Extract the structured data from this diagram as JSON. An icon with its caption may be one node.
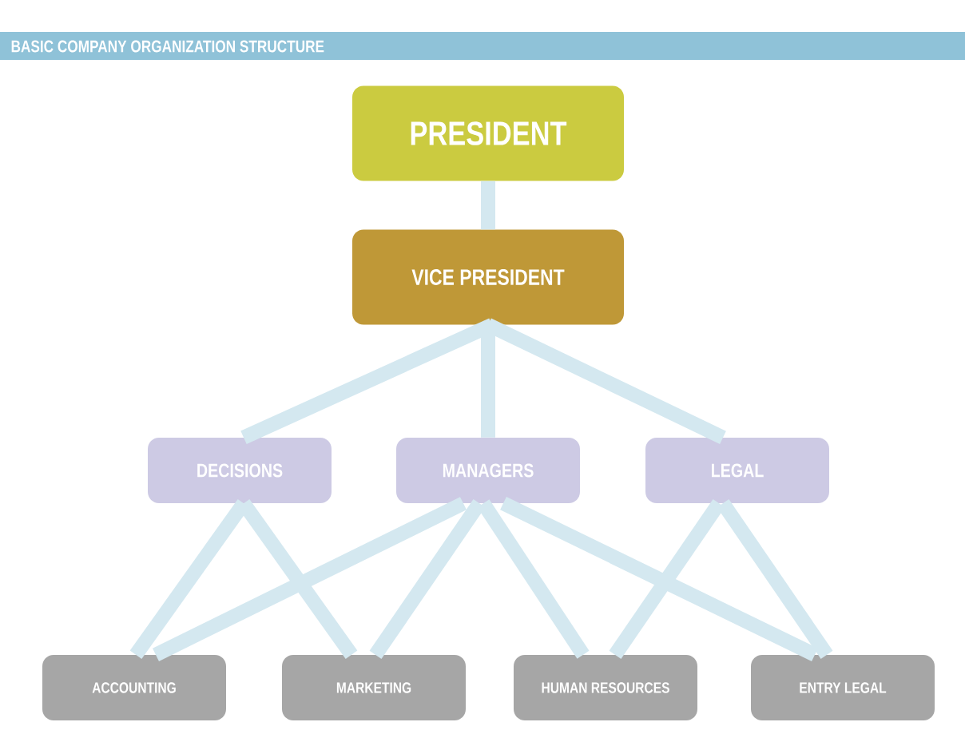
{
  "diagram": {
    "title": "BASIC COMPANY ORGANIZATION STRUCTURE",
    "nodes": [
      {
        "text": [
          "PRESIDENT"
        ]
      },
      {
        "text": [
          "VICE PRESIDENT"
        ]
      },
      {
        "text": [
          "DECISIONS"
        ]
      },
      {
        "text": [
          "MANAGERS"
        ]
      },
      {
        "text": [
          "LEGAL"
        ]
      },
      {
        "text": [
          "ACCOUNTING"
        ]
      },
      {
        "text": [
          "MARKETING"
        ]
      },
      {
        "text": [
          "HUMAN RESOURCES"
        ]
      },
      {
        "text": [
          "ENTRY LEGAL"
        ]
      }
    ],
    "edges": [
      {
        "from": 0,
        "to": 1,
        "arrow": "none"
      },
      {
        "from": 1,
        "to": 2,
        "arrow": "none"
      },
      {
        "from": 1,
        "to": 3,
        "arrow": "none"
      },
      {
        "from": 1,
        "to": 4,
        "arrow": "none"
      },
      {
        "from": 2,
        "to": 5,
        "arrow": "none"
      },
      {
        "from": 2,
        "to": 6,
        "arrow": "none"
      },
      {
        "from": 3,
        "to": 5,
        "arrow": "none"
      },
      {
        "from": 3,
        "to": 6,
        "arrow": "none"
      },
      {
        "from": 3,
        "to": 7,
        "arrow": "none"
      },
      {
        "from": 3,
        "to": 8,
        "arrow": "none"
      },
      {
        "from": 4,
        "to": 7,
        "arrow": "none"
      },
      {
        "from": 4,
        "to": 8,
        "arrow": "none"
      }
    ]
  }
}
